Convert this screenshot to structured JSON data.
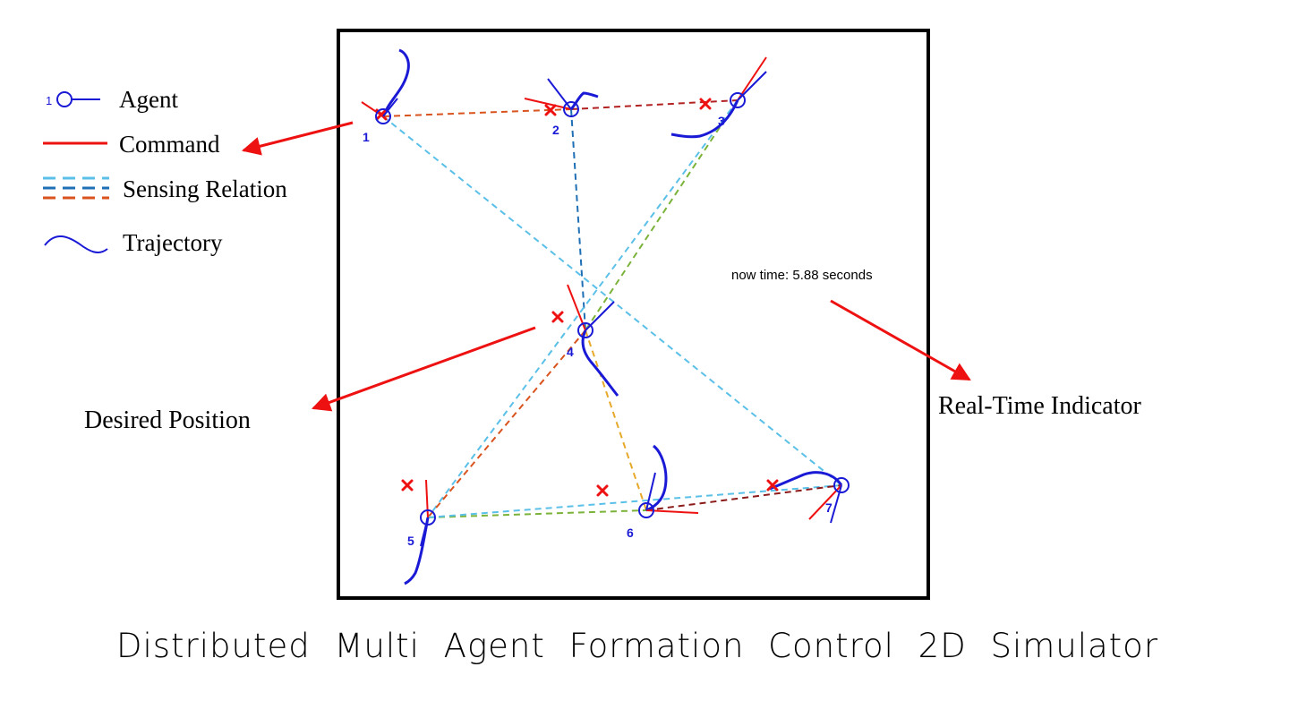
{
  "title": "Distributed Multi Agent Formation Control 2D Simulator",
  "legend": {
    "agent_index": "1",
    "agent": "Agent",
    "command": "Command",
    "sensing": "Sensing Relation",
    "trajectory": "Trajectory"
  },
  "labels": {
    "desired_position": "Desired Position",
    "real_time_indicator": "Real-Time Indicator"
  },
  "simulation": {
    "time_text": "now time: 5.88 seconds"
  },
  "colors": {
    "agent": "#1a1ad6",
    "command": "#ee1111",
    "desired": "#ee1111",
    "frame": "#000000"
  },
  "agents": [
    {
      "id": "1"
    },
    {
      "id": "2"
    },
    {
      "id": "3"
    },
    {
      "id": "4"
    },
    {
      "id": "5"
    },
    {
      "id": "6"
    },
    {
      "id": "7"
    }
  ]
}
